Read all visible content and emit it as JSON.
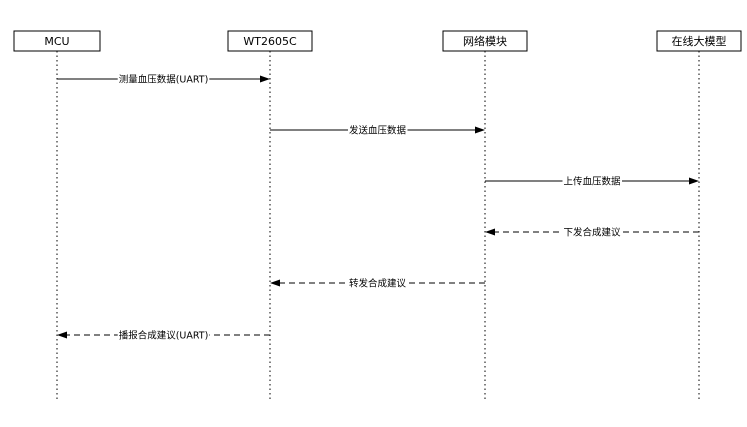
{
  "participants": [
    {
      "id": "mcu",
      "label": "MCU"
    },
    {
      "id": "wt2605c",
      "label": "WT2605C"
    },
    {
      "id": "network",
      "label": "网络模块"
    },
    {
      "id": "llm",
      "label": "在线大模型"
    }
  ],
  "messages": [
    {
      "from": 0,
      "to": 1,
      "label": "测量血压数据(UART)",
      "style": "solid"
    },
    {
      "from": 1,
      "to": 2,
      "label": "发送血压数据",
      "style": "solid"
    },
    {
      "from": 2,
      "to": 3,
      "label": "上传血压数据",
      "style": "solid"
    },
    {
      "from": 3,
      "to": 2,
      "label": "下发合成建议",
      "style": "dashed"
    },
    {
      "from": 2,
      "to": 1,
      "label": "转发合成建议",
      "style": "dashed"
    },
    {
      "from": 1,
      "to": 0,
      "label": "播报合成建议(UART)",
      "style": "dashed"
    }
  ]
}
